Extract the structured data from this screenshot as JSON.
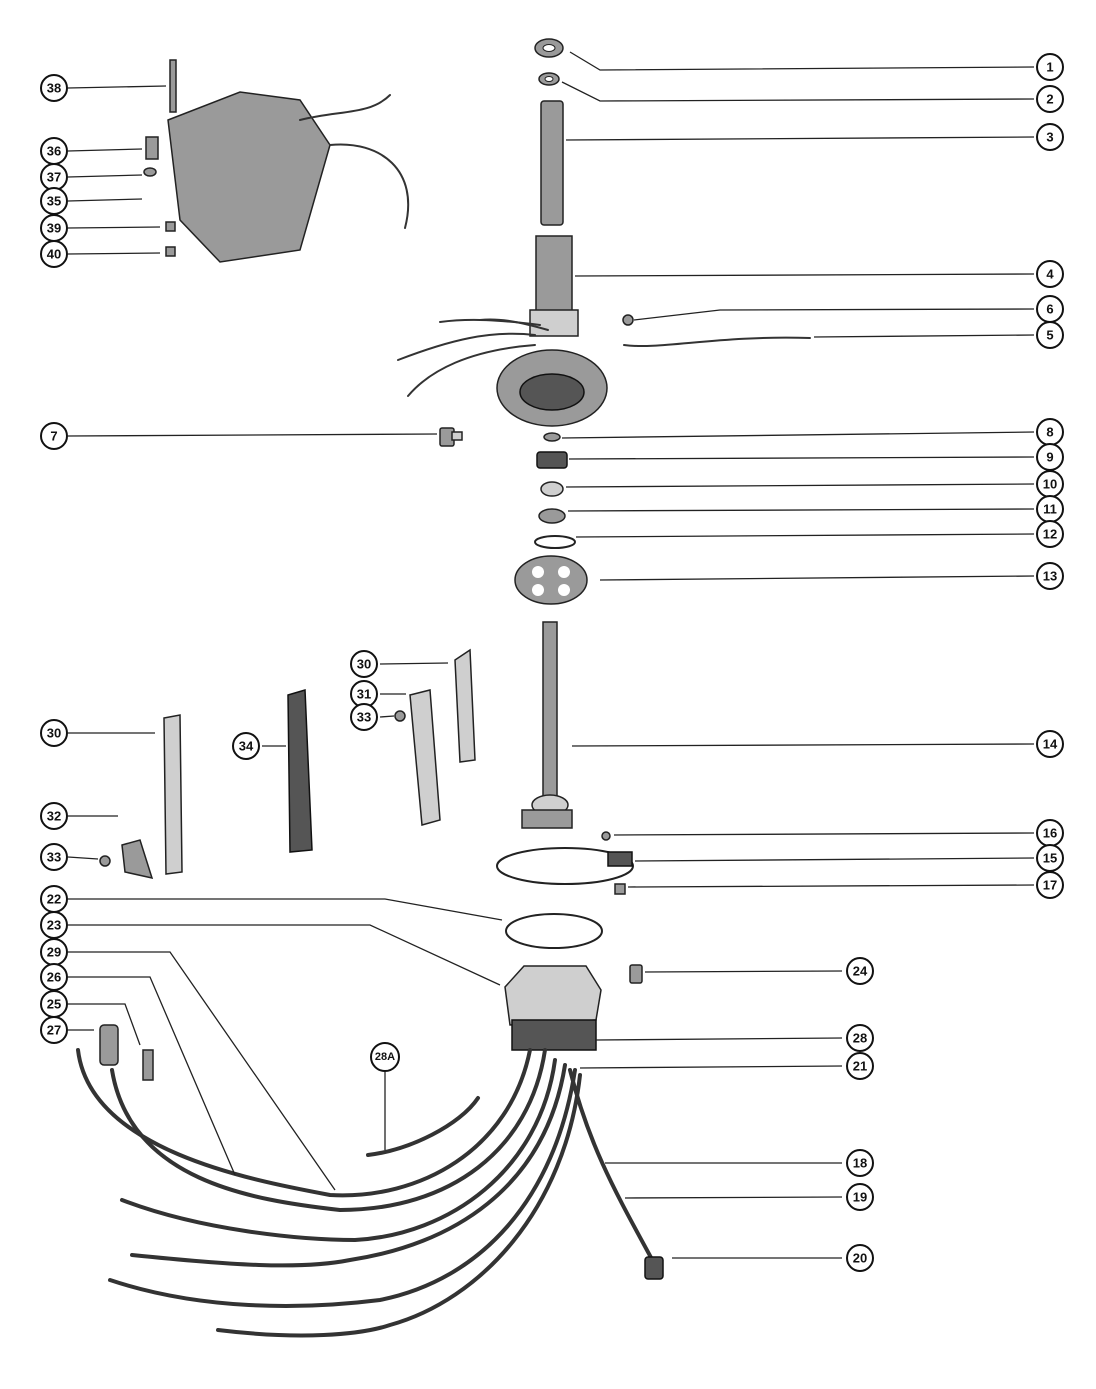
{
  "diagram": {
    "callouts": [
      {
        "id": "1",
        "label": "1"
      },
      {
        "id": "2",
        "label": "2"
      },
      {
        "id": "3",
        "label": "3"
      },
      {
        "id": "4",
        "label": "4"
      },
      {
        "id": "6",
        "label": "6"
      },
      {
        "id": "5",
        "label": "5"
      },
      {
        "id": "7",
        "label": "7"
      },
      {
        "id": "8",
        "label": "8"
      },
      {
        "id": "9",
        "label": "9"
      },
      {
        "id": "10",
        "label": "10"
      },
      {
        "id": "11",
        "label": "11"
      },
      {
        "id": "12",
        "label": "12"
      },
      {
        "id": "13",
        "label": "13"
      },
      {
        "id": "14",
        "label": "14"
      },
      {
        "id": "16",
        "label": "16"
      },
      {
        "id": "15",
        "label": "15"
      },
      {
        "id": "17",
        "label": "17"
      },
      {
        "id": "24",
        "label": "24"
      },
      {
        "id": "28",
        "label": "28"
      },
      {
        "id": "21",
        "label": "21"
      },
      {
        "id": "18",
        "label": "18"
      },
      {
        "id": "19",
        "label": "19"
      },
      {
        "id": "20",
        "label": "20"
      },
      {
        "id": "38",
        "label": "38"
      },
      {
        "id": "36",
        "label": "36"
      },
      {
        "id": "37",
        "label": "37"
      },
      {
        "id": "35",
        "label": "35"
      },
      {
        "id": "39",
        "label": "39"
      },
      {
        "id": "40",
        "label": "40"
      },
      {
        "id": "30a",
        "label": "30"
      },
      {
        "id": "31",
        "label": "31"
      },
      {
        "id": "33a",
        "label": "33"
      },
      {
        "id": "30b",
        "label": "30"
      },
      {
        "id": "34",
        "label": "34"
      },
      {
        "id": "32",
        "label": "32"
      },
      {
        "id": "33b",
        "label": "33"
      },
      {
        "id": "22",
        "label": "22"
      },
      {
        "id": "23",
        "label": "23"
      },
      {
        "id": "29",
        "label": "29"
      },
      {
        "id": "26",
        "label": "26"
      },
      {
        "id": "25",
        "label": "25"
      },
      {
        "id": "27",
        "label": "27"
      },
      {
        "id": "28A",
        "label": "28A"
      }
    ]
  }
}
